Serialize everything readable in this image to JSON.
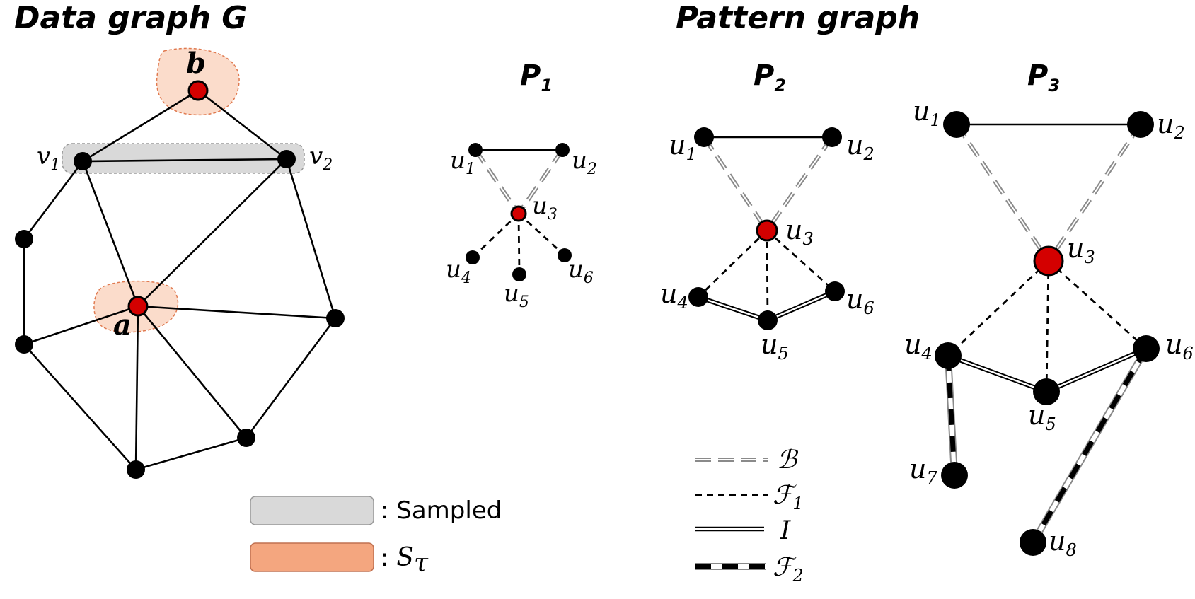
{
  "titles": {
    "data_graph": "Data graph G",
    "pattern_graph": "Pattern graph"
  },
  "patterns": [
    {
      "main": "P",
      "sub": "1"
    },
    {
      "main": "P",
      "sub": "2"
    },
    {
      "main": "P",
      "sub": "3"
    }
  ],
  "data_graph": {
    "node_b": "b",
    "node_a": "a",
    "node_v1": {
      "main": "v",
      "sub": "1"
    },
    "node_v2": {
      "main": "v",
      "sub": "2"
    }
  },
  "node_labels": {
    "u1": {
      "main": "u",
      "sub": "1"
    },
    "u2": {
      "main": "u",
      "sub": "2"
    },
    "u3": {
      "main": "u",
      "sub": "3"
    },
    "u4": {
      "main": "u",
      "sub": "4"
    },
    "u5": {
      "main": "u",
      "sub": "5"
    },
    "u6": {
      "main": "u",
      "sub": "6"
    },
    "u7": {
      "main": "u",
      "sub": "7"
    },
    "u8": {
      "main": "u",
      "sub": "8"
    }
  },
  "legend_left": {
    "sampled": ": Sampled",
    "s_tau_prefix": ": ",
    "s_tau_main": "S",
    "s_tau_sub": "τ",
    "colors": {
      "sampled": "#d9d9d9",
      "s_tau": "#f4a67f"
    }
  },
  "legend_right": {
    "b": "ℬ",
    "f1_main": "ℱ",
    "f1_sub": "1",
    "i": "I",
    "f2_main": "ℱ",
    "f2_sub": "2"
  },
  "colors": {
    "target_node": "#d40000",
    "node": "#000000",
    "b_edge": "#8a8a8a"
  }
}
